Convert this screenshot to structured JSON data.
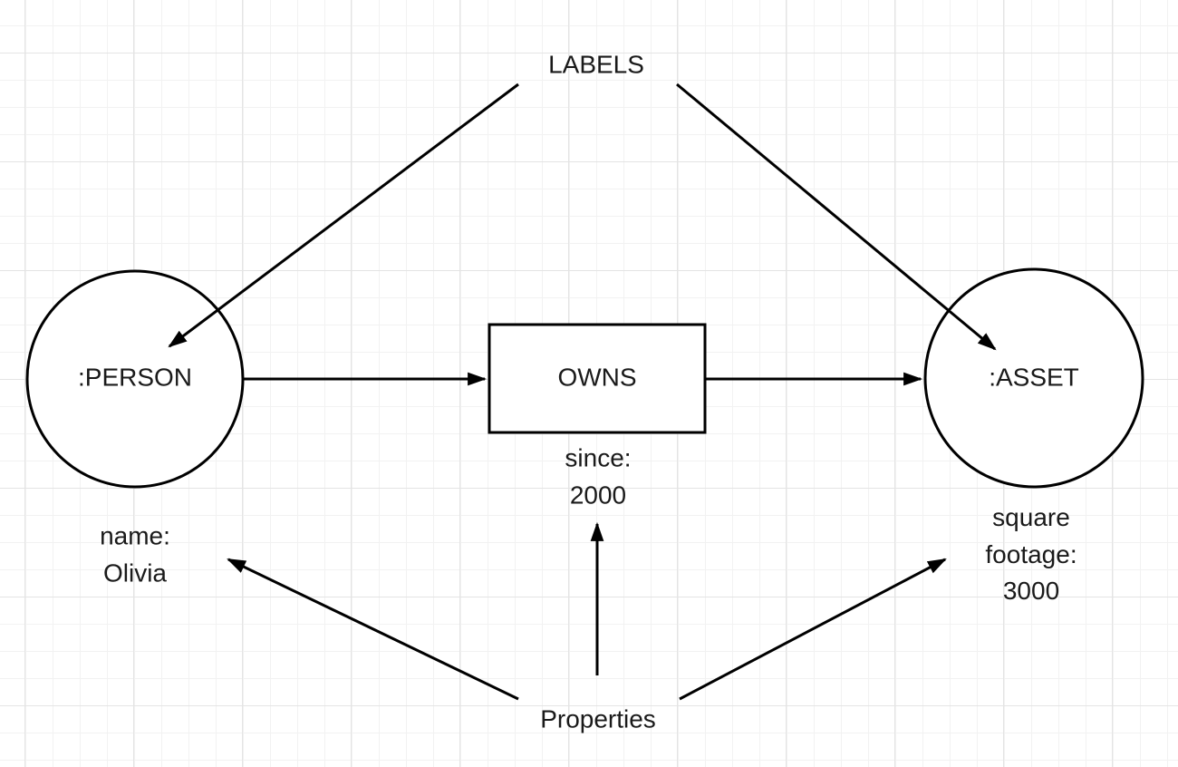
{
  "diagram": {
    "annotations": {
      "labels_title": "LABELS",
      "properties_title": "Properties"
    },
    "nodes": {
      "person": {
        "label": ":PERSON",
        "property": "name:\nOlivia"
      },
      "asset": {
        "label": ":ASSET",
        "property": "square\nfootage:\n3000"
      }
    },
    "relationship": {
      "label": "OWNS",
      "property": "since:\n2000"
    },
    "colors": {
      "background": "#ffffff",
      "shape_fill": "#ffffff",
      "stroke": "#000000",
      "text": "#1a1a1a",
      "grid_minor": "#f2f2f2",
      "grid_major": "#e4e4e4"
    }
  }
}
